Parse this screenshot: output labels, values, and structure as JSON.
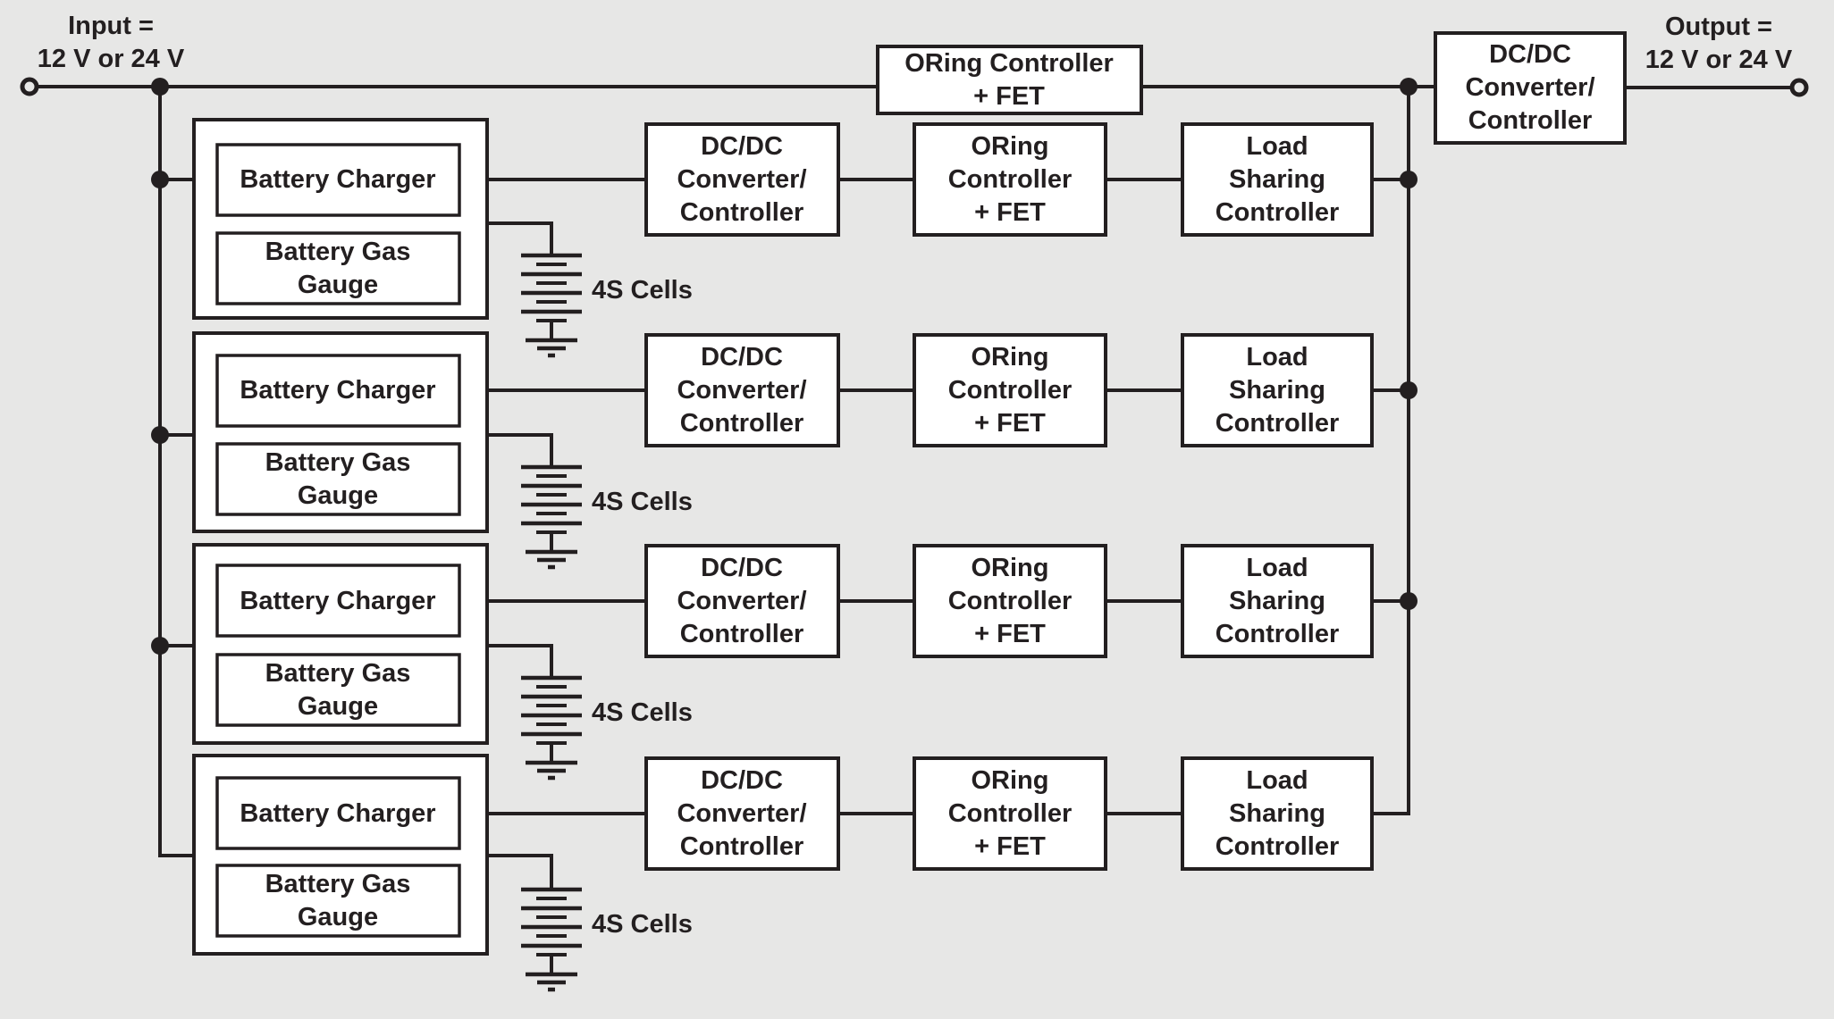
{
  "colors": {
    "background": "#e7e7e6",
    "ink": "#231f20",
    "box_fill": "#ffffff"
  },
  "input_label": {
    "line1": "Input =",
    "line2": "12 V or 24 V"
  },
  "output_label": {
    "line1": "Output =",
    "line2": "12 V or 24 V"
  },
  "top_oring_box": {
    "line1": "ORing Controller",
    "line2": "+ FET"
  },
  "output_converter_box": {
    "line1": "DC/DC",
    "line2": "Converter/",
    "line3": "Controller"
  },
  "channels": [
    {
      "battery_charger": "Battery Charger",
      "battery_gas_gauge_line1": "Battery Gas",
      "battery_gas_gauge_line2": "Gauge",
      "cells_label": "4S Cells",
      "converter": {
        "line1": "DC/DC",
        "line2": "Converter/",
        "line3": "Controller"
      },
      "oring": {
        "line1": "ORing",
        "line2": "Controller",
        "line3": "+ FET"
      },
      "load_sharing": {
        "line1": "Load",
        "line2": "Sharing",
        "line3": "Controller"
      }
    },
    {
      "battery_charger": "Battery Charger",
      "battery_gas_gauge_line1": "Battery Gas",
      "battery_gas_gauge_line2": "Gauge",
      "cells_label": "4S Cells",
      "converter": {
        "line1": "DC/DC",
        "line2": "Converter/",
        "line3": "Controller"
      },
      "oring": {
        "line1": "ORing",
        "line2": "Controller",
        "line3": "+ FET"
      },
      "load_sharing": {
        "line1": "Load",
        "line2": "Sharing",
        "line3": "Controller"
      }
    },
    {
      "battery_charger": "Battery Charger",
      "battery_gas_gauge_line1": "Battery Gas",
      "battery_gas_gauge_line2": "Gauge",
      "cells_label": "4S Cells",
      "converter": {
        "line1": "DC/DC",
        "line2": "Converter/",
        "line3": "Controller"
      },
      "oring": {
        "line1": "ORing",
        "line2": "Controller",
        "line3": "+ FET"
      },
      "load_sharing": {
        "line1": "Load",
        "line2": "Sharing",
        "line3": "Controller"
      }
    },
    {
      "battery_charger": "Battery Charger",
      "battery_gas_gauge_line1": "Battery Gas",
      "battery_gas_gauge_line2": "Gauge",
      "cells_label": "4S Cells",
      "converter": {
        "line1": "DC/DC",
        "line2": "Converter/",
        "line3": "Controller"
      },
      "oring": {
        "line1": "ORing",
        "line2": "Controller",
        "line3": "+ FET"
      },
      "load_sharing": {
        "line1": "Load",
        "line2": "Sharing",
        "line3": "Controller"
      }
    }
  ]
}
